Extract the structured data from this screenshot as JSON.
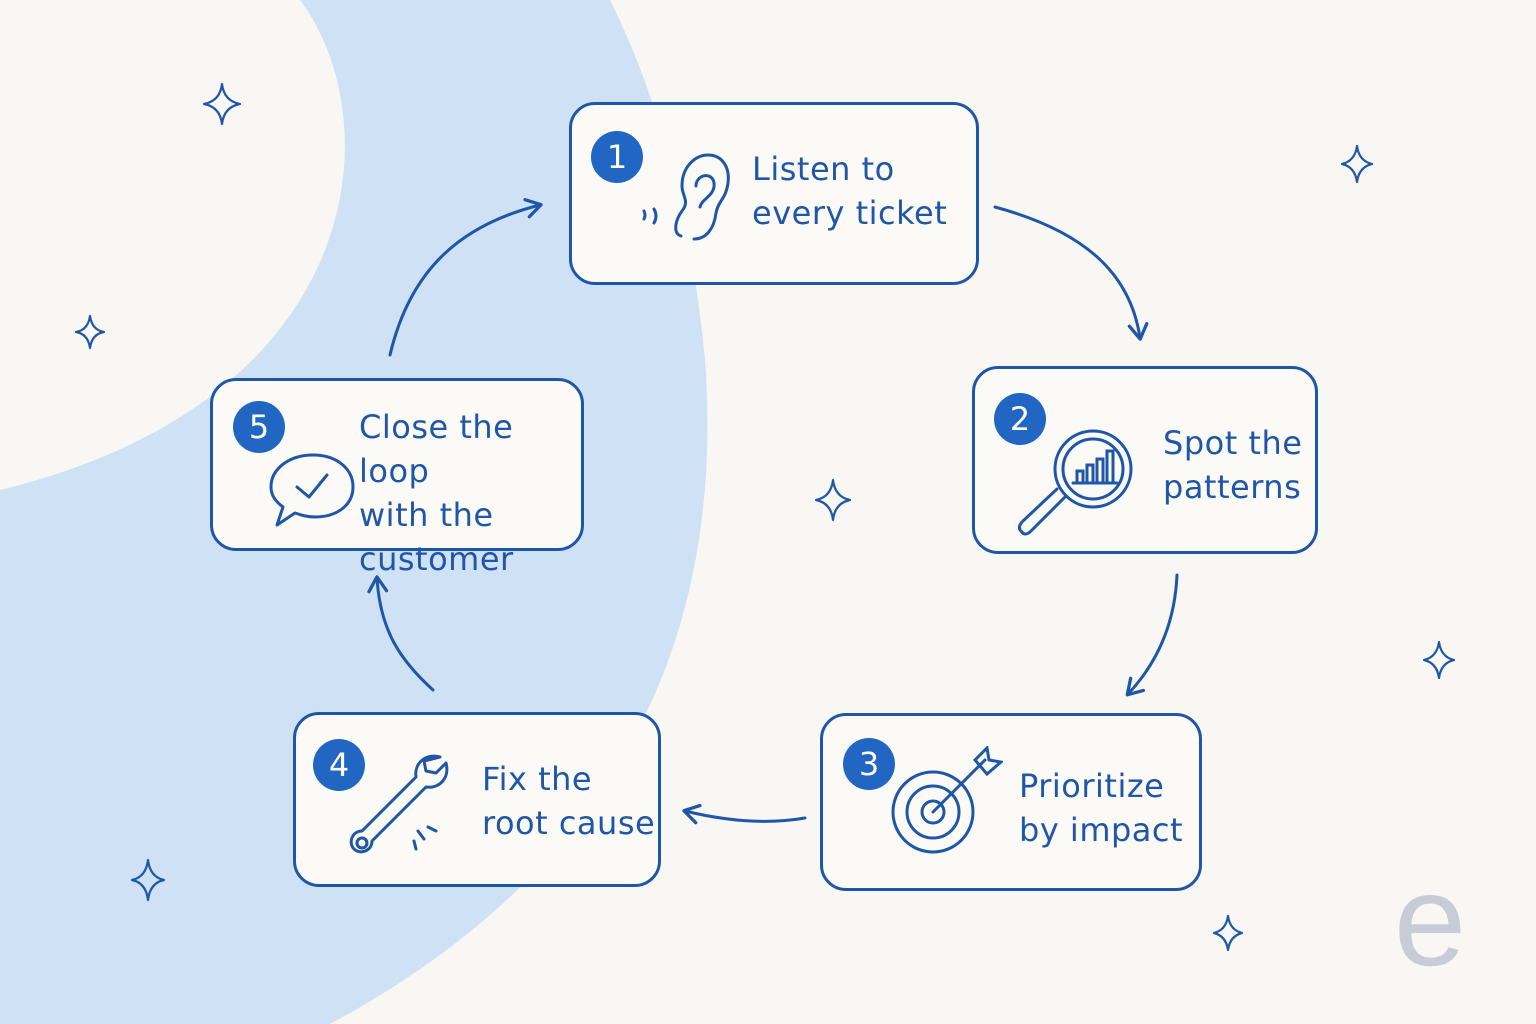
{
  "diagram": {
    "accent_color": "#1f56a8",
    "badge_color": "#2166c2",
    "background_color": "#f8f7f3",
    "blob_color": "#cfe2f5",
    "steps": [
      {
        "number": "1",
        "label": "Listen to\nevery ticket",
        "icon": "ear-icon"
      },
      {
        "number": "2",
        "label": "Spot the\npatterns",
        "icon": "magnifier-chart-icon"
      },
      {
        "number": "3",
        "label": "Prioritize\nby impact",
        "icon": "target-arrow-icon"
      },
      {
        "number": "4",
        "label": "Fix the\nroot cause",
        "icon": "wrench-icon"
      },
      {
        "number": "5",
        "label": "Close the loop\nwith the\ncustomer",
        "icon": "chat-check-icon"
      }
    ],
    "cycle_direction": "clockwise",
    "decorations": "sparkle-icon",
    "logo": {
      "letter": "e",
      "icon": "logo-e-icon"
    }
  }
}
